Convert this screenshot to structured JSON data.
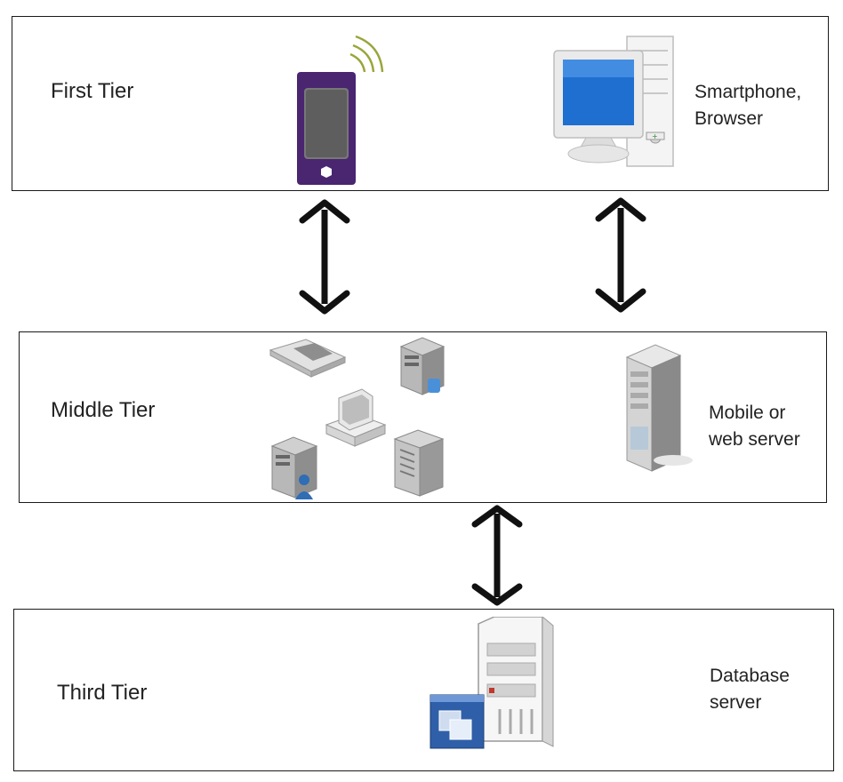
{
  "tiers": {
    "first": {
      "label": "First Tier",
      "description": "Smartphone,\nBrowser",
      "icons": [
        "smartphone-icon",
        "desktop-computer-icon"
      ]
    },
    "middle": {
      "label": "Middle Tier",
      "description": "Mobile or\nweb server",
      "icons": [
        "scanner-icon",
        "server-icon",
        "workstation-icon",
        "user-server-icon",
        "mainframe-icon",
        "tower-server-icon"
      ]
    },
    "third": {
      "label": "Third Tier",
      "description": "Database\nserver",
      "icons": [
        "database-server-icon"
      ]
    }
  },
  "colors": {
    "border": "#1a1a1a",
    "arrow": "#111111",
    "phone": "#4a2570",
    "monitor_screen": "#1e6fd0"
  }
}
